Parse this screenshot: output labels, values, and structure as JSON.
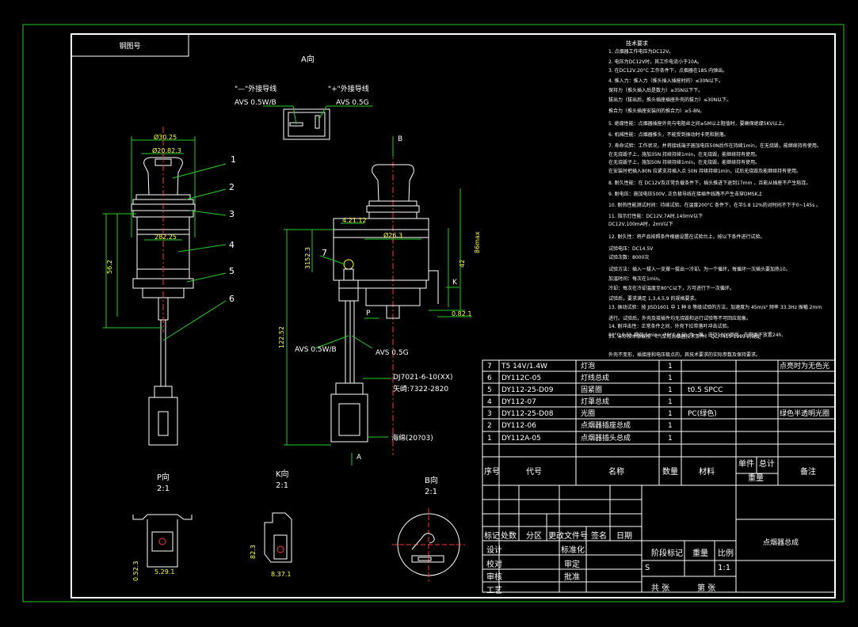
{
  "sheet": {
    "corner_tag": "钢图号",
    "colors": {
      "border": "#22cc22",
      "line": "#ffffff",
      "yellow": "#ffff33",
      "cyan": "#33ffff",
      "red": "#ff3333",
      "green": "#33ff33"
    }
  },
  "views": {
    "view_a": "A向",
    "view_b_label": "B",
    "view_a_arrow": "A",
    "view_p": "P向",
    "view_p_scale": "2:1",
    "view_k": "K向",
    "view_k_scale": "2:1",
    "view_bb": "B向",
    "view_bb_scale": "2:1",
    "p_arrow": "P",
    "k_arrow": "K"
  },
  "wires": {
    "neg_label": "\"—\"外接导线",
    "neg_spec": "AVS 0.5W/B",
    "pos_label": "\"+\"外接导线",
    "pos_spec": "AVS 0.5G",
    "wire1": "AVS 0.5W/B",
    "wire2": "AVS 0.5G",
    "connector1": "DJ7021-6-10(XX)",
    "connector2": "矢崎:7322-2820",
    "tape": "海绵(20?03)"
  },
  "dimensions": {
    "d1": "Ø30.25",
    "d2": "Ø20.82.3",
    "d3": "282.25",
    "d4": "56.2",
    "d5": "4.21.12",
    "d6": "Ø26.3",
    "d7": "3152.3",
    "d8": "86max",
    "d9": "42",
    "d10": "0.82.1",
    "d11": "122.52",
    "p1": "0.52.3",
    "p2": "5.29.1",
    "k1": "82.3",
    "k2": "8.37.1"
  },
  "callouts": [
    "1",
    "2",
    "3",
    "4",
    "5",
    "6",
    "7"
  ],
  "notes": {
    "title": "技术要求",
    "lines": [
      "1. 点烟器工作电压为DC12V。",
      "2. 电压为DC12V时，其工作电流小于10A。",
      "3. 在DC12V,20°C  工作条件下，点烟器在18S 内弹出。",
      "4. 推入力：推入力（推头插入插座时的）≤30N以下。",
      "        保持力（推头插入后是数力）≥35N以下下。",
      "        拔出力（拔出后，推头插座插座外壳的拔力）≤30N以下。",
      "        推合力（推头插座安装间的推合力）≥5-8N。",
      "5. 绝缘性能：点烟器插座外壳与电阻丝之间≥5M以上阻值时，要确保绝缘5KV以上。",
      "6. 机械性能：点烟器推头，不能受到振动时卡死和脱落。",
      "7. 寿命试验：工作状况，并将接线端子施加电压50N后作在持续1min，在无烧毁，能继续持有使用。",
      "        在无烧毁子上，施加35N 持续持续1min，在无烧毁，能继续持有使用。",
      "        在无烧毁子上，施加50N 持续持续1min，在无烧毁，能继续持有使用。",
      "        在安装时把插入80N 拉紧支持插入点 50N 持续持续1min，试后无烧毁及能继续持有使用。",
      "8. 耐久性能：在 DC12V及正常负载条件下，插头推进下退到17mm ，且能从插座不产生粘连。",
      "9. 耐电压：施加电压500V, 正负极导线在接插件线路不产生击穿DMSK上",
      "10. 耐热性能测试时间：持续试验。在温度200°C 条件下，在半5.8 12%的对时间不下于0~145s 。",
      "11. 指示灯性能：DC12V,7A时,140mV以下",
      "        DC12V,100mA时，2mV以下",
      "12. 耐久性：将产品按照条件根据设置在试验台上，按以下条件进行试验。",
      "        试验电压：DC14.5V",
      "        试验次数：8000次",
      "        试验方法：插入一拔入一支撑一拔出一冷却。为一个循环，每循环一次插头要加热10。",
      "        加温时间：每次在1min。",
      "        冷却：每次在冷却温度至80°C以下，方可进行下一次循环。",
      "        试验后，要求满足 1,3,4,5,9 的规格要求。",
      "13.    振动试验：按 JISD1601 中 1 种 B 等级试验的方法，加速度为 45m/s² 频率 33.3Hz 振幅 2mm",
      "        进行。试验后，外壳及接插件均无烧毁和运行试验等不可回应现象。",
      "14.    耐冲击性：正常条件之间，外壳下拉带落叶冲击试验。",
      "        80°C,0.5h-常温,5min-- -30°C,0.5h  为一周，进行1000周后，在常温下放置24h,",
      "        外壳不变形，插接座和电压极点的，其技术要求的实际参数及保持要求。",
      "15. 未尽技术条款按 《汽车用点烟器技术条件》 QC/T415-1999 的规定"
    ]
  },
  "bom": {
    "headers": [
      "序号",
      "代号",
      "名称",
      "数量",
      "材料",
      "单件",
      "总计",
      "备注"
    ],
    "weight_label": "重量",
    "rows": [
      {
        "no": "7",
        "code": "T5 14V/1.4W",
        "name": "灯泡",
        "qty": "1",
        "mat": "",
        "remark": "点亮时为无色光"
      },
      {
        "no": "6",
        "code": "DY112C-05",
        "name": "灯线总成",
        "qty": "1",
        "mat": "",
        "remark": ""
      },
      {
        "no": "5",
        "code": "DY112-25-D09",
        "name": "固紧圈",
        "qty": "1",
        "mat": "t0.5 SPCC",
        "remark": ""
      },
      {
        "no": "4",
        "code": "DY112-07",
        "name": "灯罩总成",
        "qty": "1",
        "mat": "",
        "remark": ""
      },
      {
        "no": "3",
        "code": "DY112-25-D08",
        "name": "光圈",
        "qty": "1",
        "mat": "PC(绿色)",
        "remark": "绿色半透明光圈"
      },
      {
        "no": "2",
        "code": "DY112-06",
        "name": "点烟器插座总成",
        "qty": "1",
        "mat": "",
        "remark": ""
      },
      {
        "no": "1",
        "code": "DY112A-05",
        "name": "点烟器插头总成",
        "qty": "1",
        "mat": "",
        "remark": ""
      }
    ]
  },
  "title_block": {
    "rev_headers": [
      "标记",
      "处数",
      "分区",
      "更改文件号",
      "签名",
      "日期"
    ],
    "design": "设计",
    "standard": "标准化",
    "check": "校对",
    "review": "审定",
    "audit": "审核",
    "approve": "批准",
    "process": "工艺",
    "stage": "阶段标记",
    "weight": "重量",
    "scale_label": "比例",
    "stage_value": "S",
    "scale_value": "1:1",
    "sheets": "共  张",
    "sheet_no": "第  张",
    "drawing_name": "点烟器总成"
  }
}
